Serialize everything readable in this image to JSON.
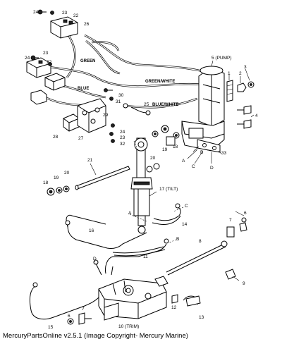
{
  "labels": {
    "l_1": "1",
    "l_2": "2",
    "l_3": "3",
    "l_4": "4",
    "l_5": "5 (PUMP)",
    "l_6a": "6",
    "l_6b": "6",
    "l_7a": "7",
    "l_7b": "7",
    "l_8": "8",
    "l_9": "9",
    "l_10": "10 (TRIM)",
    "l_11": "11",
    "l_12": "12",
    "l_13": "13",
    "l_14": "14",
    "l_15": "15",
    "l_16": "16",
    "l_17": "17 (TILT)",
    "l_18a": "18",
    "l_18b": "18",
    "l_19a": "19",
    "l_19b": "19",
    "l_20a": "20",
    "l_20b": "20",
    "l_21": "21",
    "l_22a": "22",
    "l_22b": "22",
    "l_23a": "23",
    "l_23b": "23",
    "l_23c": "23",
    "l_24a": "24",
    "l_24b": "24",
    "l_24c": "24",
    "l_25": "25",
    "l_26": "26",
    "l_27": "27",
    "l_28": "28",
    "l_29": "29",
    "l_30": "30",
    "l_31": "31",
    "l_32": "32",
    "l_33": "33",
    "l_A1": "A",
    "l_A2": "A",
    "l_B1": "B",
    "l_B2": "B",
    "l_C1": "C",
    "l_C2": "C",
    "l_D1": "D",
    "l_D2": "D",
    "w_green": "GREEN",
    "w_blue": "BLUE",
    "w_green_white": "GREEN/WHITE",
    "w_blue_white": "BLUE/WHITE"
  },
  "caption": "MercuryPartsOnline v2.5.1 (Image Copyright- Mercury Marine)"
}
